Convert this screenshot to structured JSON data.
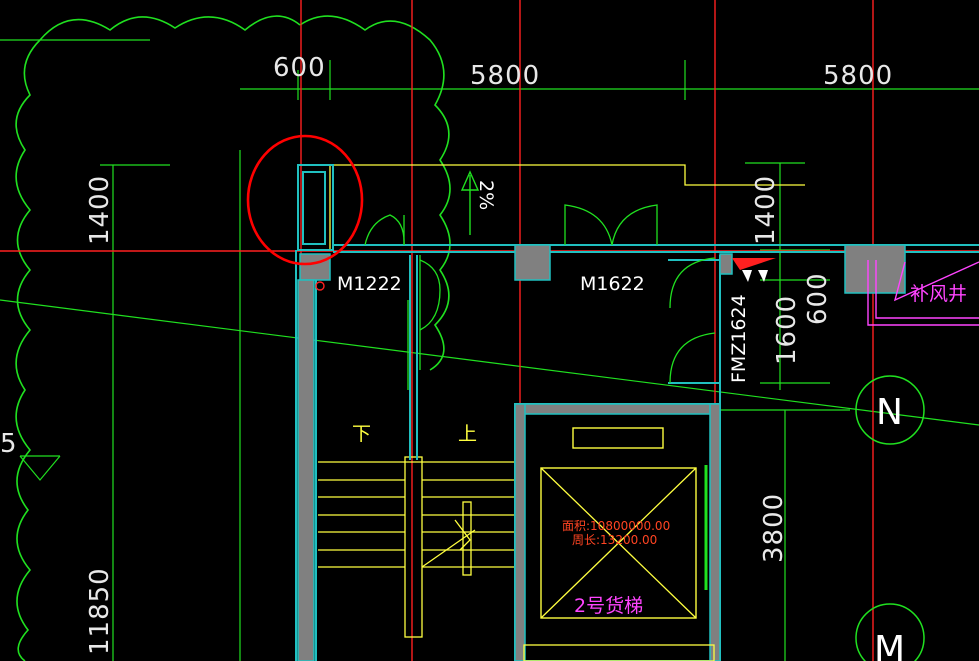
{
  "colors": {
    "background": "#000000",
    "axis": "#ff2020",
    "dimension": "#20e020",
    "wall": "#20c0c0",
    "wall_fill": "#808080",
    "stair": "#ffff40",
    "label_white": "#e8e8e8",
    "label_magenta": "#ff44ff",
    "label_red": "#ff4422",
    "highlight": "#ff0000"
  },
  "dimensions": {
    "top_left": "600",
    "top_mid": "5800",
    "top_right": "5800",
    "left_upper": "1400",
    "left_lower": "11850",
    "left_partial": "5",
    "right_upper": "1400",
    "right_door_a": "600",
    "right_door_b": "1600",
    "right_lower": "3800"
  },
  "doors": {
    "door_a": "M1222",
    "door_b": "M1622",
    "fire_door": "FMZ1624"
  },
  "stairs": {
    "down": "下",
    "up": "上"
  },
  "slope": "2%",
  "room": {
    "area": "面积:10800000.00",
    "perimeter": "周长:13200.00",
    "name": "2号货梯"
  },
  "shaft": "补风井",
  "grid_bubbles": [
    "N",
    "M"
  ],
  "icons": [
    "north-arrow-icon",
    "highlight-circle-icon",
    "section-marker-icon"
  ]
}
